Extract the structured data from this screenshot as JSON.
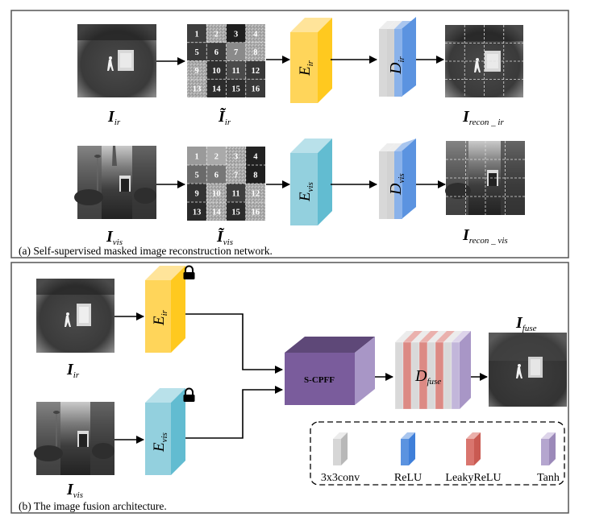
{
  "panel_a": {
    "caption": "(a) Self-supervised masked image reconstruction network.",
    "ir_row": {
      "input_label": {
        "main": "I",
        "sub": "ir"
      },
      "masked_label": {
        "main": "Ĩ",
        "sub": "ir"
      },
      "encoder_label": {
        "main": "E",
        "sub": "ir"
      },
      "decoder_label": {
        "main": "D",
        "sub": "ir"
      },
      "output_label": {
        "main": "I",
        "sub": "recon _ ir"
      },
      "patch_numbers": [
        "1",
        "2",
        "3",
        "4",
        "5",
        "6",
        "7",
        "8",
        "9",
        "10",
        "11",
        "12",
        "13",
        "14",
        "15",
        "16"
      ],
      "masked_patches": [
        2,
        4,
        8,
        9,
        13
      ]
    },
    "vis_row": {
      "input_label": {
        "main": "I",
        "sub": "vis"
      },
      "masked_label": {
        "main": "Ĩ",
        "sub": "vis"
      },
      "encoder_label": {
        "main": "E",
        "sub": "vis"
      },
      "decoder_label": {
        "main": "D",
        "sub": "vis"
      },
      "output_label": {
        "main": "I",
        "sub": "recon _ vis"
      },
      "patch_numbers": [
        "1",
        "2",
        "3",
        "4",
        "5",
        "6",
        "7",
        "8",
        "9",
        "10",
        "11",
        "12",
        "13",
        "14",
        "15",
        "16"
      ],
      "masked_patches": [
        3,
        7,
        10,
        12,
        14,
        16
      ]
    }
  },
  "panel_b": {
    "caption": "(b) The image fusion architecture.",
    "ir_input_label": {
      "main": "I",
      "sub": "ir"
    },
    "vis_input_label": {
      "main": "I",
      "sub": "vis"
    },
    "ir_encoder_label": {
      "main": "E",
      "sub": "ir"
    },
    "vis_encoder_label": {
      "main": "E",
      "sub": "vis"
    },
    "fusion_module_label": "S-CPFF",
    "decoder_label": {
      "main": "D",
      "sub": "fuse"
    },
    "output_label": {
      "main": "I",
      "sub": "fuse"
    },
    "frozen_icon": "lock-icon",
    "legend": [
      {
        "label": "3x3conv",
        "color": "#d6d6d6"
      },
      {
        "label": "ReLU",
        "color": "#5b93e0"
      },
      {
        "label": "LeakyReLU",
        "color": "#d9756e"
      },
      {
        "label": "Tanh",
        "color": "#b5a6cf"
      }
    ]
  },
  "colors": {
    "encoder_ir": "#ffd24d",
    "encoder_vis": "#7fc8d9",
    "fusion_module": "#7a5c9c",
    "decoder_conv": "#d9d9d9",
    "decoder_relu": "#5b93e0",
    "decoder_leaky": "#dc8a84",
    "decoder_tanh": "#c2b6da"
  }
}
